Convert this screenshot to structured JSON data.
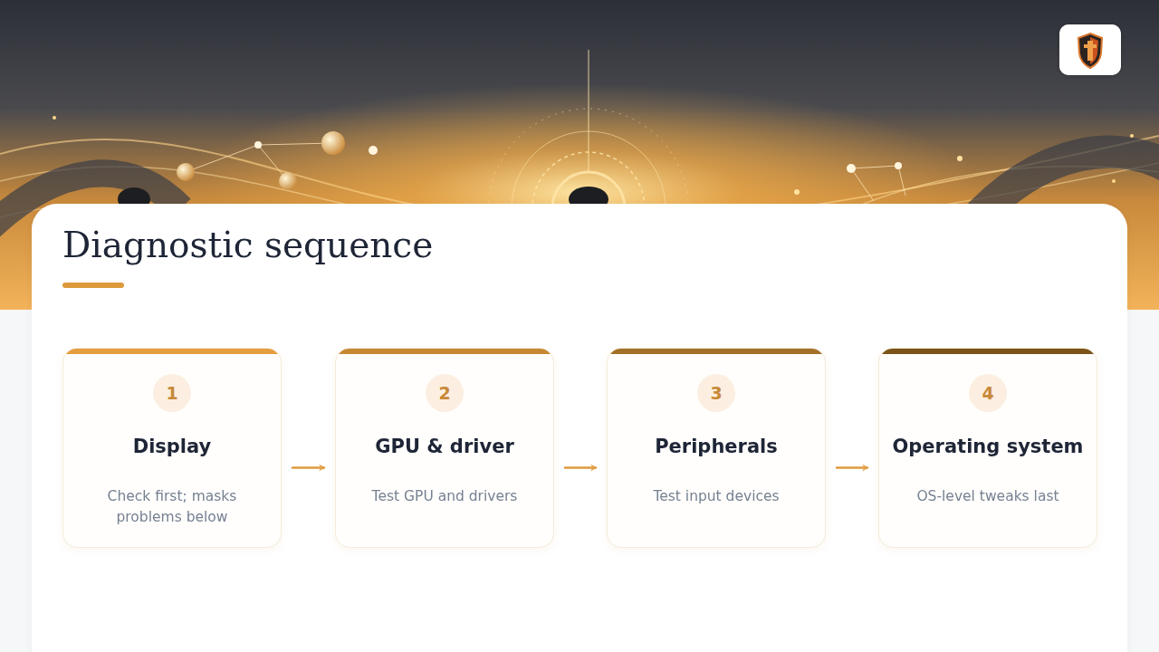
{
  "diagram": {
    "title": "Diagnostic sequence",
    "nodes": [
      {
        "text": [
          "Display",
          "Check first; masks problems below"
        ]
      },
      {
        "text": [
          "1"
        ],
        "in": 0
      },
      {
        "text": [
          "GPU & driver",
          "Test GPU and drivers"
        ]
      },
      {
        "text": [
          "2"
        ],
        "in": 2
      },
      {
        "text": [
          "Peripherals",
          "Test input devices"
        ]
      },
      {
        "text": [
          "3"
        ],
        "in": 4
      },
      {
        "text": [
          "Operating system",
          "OS-level tweaks last"
        ]
      },
      {
        "text": [
          "4"
        ],
        "in": 6
      }
    ],
    "edges": [
      {
        "from": 0,
        "to": 2,
        "arrow": "to"
      },
      {
        "from": 2,
        "to": 4,
        "arrow": "to"
      },
      {
        "from": 4,
        "to": 6,
        "arrow": "to"
      }
    ]
  }
}
